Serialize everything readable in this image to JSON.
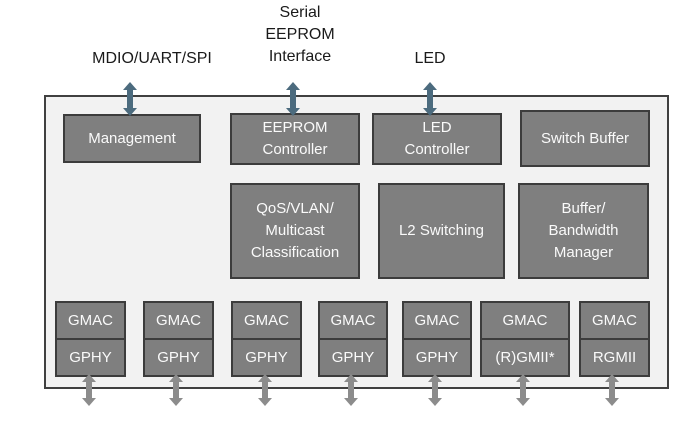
{
  "diagram": {
    "external_labels": {
      "mdio": "MDIO/UART/SPI",
      "serial_eeprom": "Serial\nEEPROM\nInterface",
      "led": "LED"
    },
    "row1": {
      "management": "Management",
      "eeprom_controller": "EEPROM\nController",
      "led_controller": "LED\nController",
      "switch_buffer": "Switch Buffer"
    },
    "row2": {
      "qos": "QoS/VLAN/\nMulticast\nClassification",
      "l2_switching": "L2 Switching",
      "buffer_manager": "Buffer/\nBandwidth\nManager"
    },
    "ports": [
      {
        "mac": "GMAC",
        "phy": "GPHY"
      },
      {
        "mac": "GMAC",
        "phy": "GPHY"
      },
      {
        "mac": "GMAC",
        "phy": "GPHY"
      },
      {
        "mac": "GMAC",
        "phy": "GPHY"
      },
      {
        "mac": "GMAC",
        "phy": "GPHY"
      },
      {
        "mac": "GMAC",
        "phy": "(R)GMII*"
      },
      {
        "mac": "GMAC",
        "phy": "RGMII"
      }
    ]
  },
  "colors": {
    "box_fill": "#7f7f7f",
    "box_border": "#3c3c3c",
    "box_text": "#fafafa",
    "container_fill": "#f2f2f2",
    "container_border": "#404040",
    "arrow_top": "#4c6b7e",
    "arrow_bottom": "#8c8c8c",
    "label_text": "#1a1a1a"
  }
}
